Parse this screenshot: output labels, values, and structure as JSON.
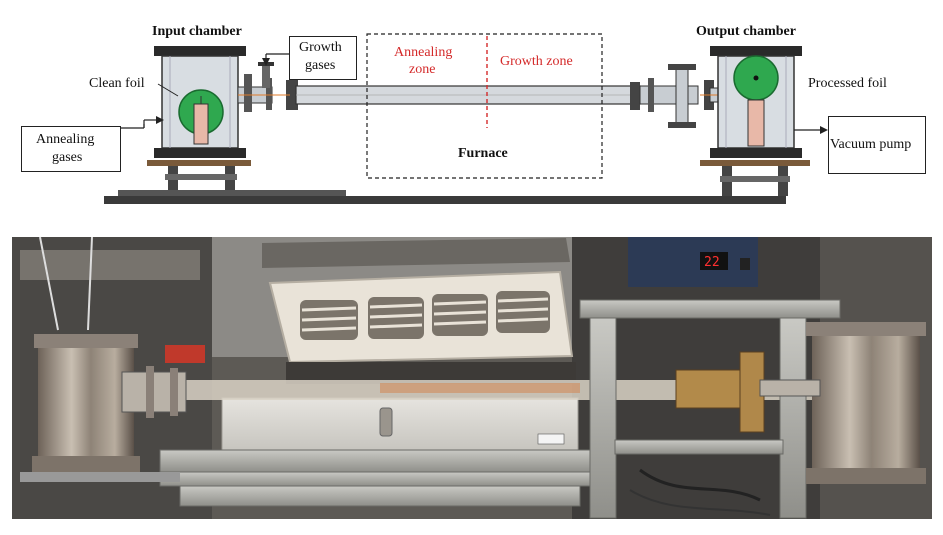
{
  "diagram": {
    "input_chamber": "Input chamber",
    "output_chamber": "Output chamber",
    "clean_foil": "Clean foil",
    "processed_foil": "Processed foil",
    "growth_gases_line1": "Growth",
    "growth_gases_line2": "gases",
    "annealing_gases_line1": "Annealing",
    "annealing_gases_line2": "gases",
    "annealing_zone_line1": "Annealing",
    "annealing_zone_line2": "zone",
    "growth_zone": "Growth zone",
    "furnace": "Furnace",
    "vacuum_pump": "Vacuum pump"
  },
  "photo": {
    "furnace_display": "22"
  },
  "colors": {
    "zone_labels": "#d42a2a",
    "foil_disc": "#2fa84f",
    "foil_strip": "#e8b8a8"
  }
}
